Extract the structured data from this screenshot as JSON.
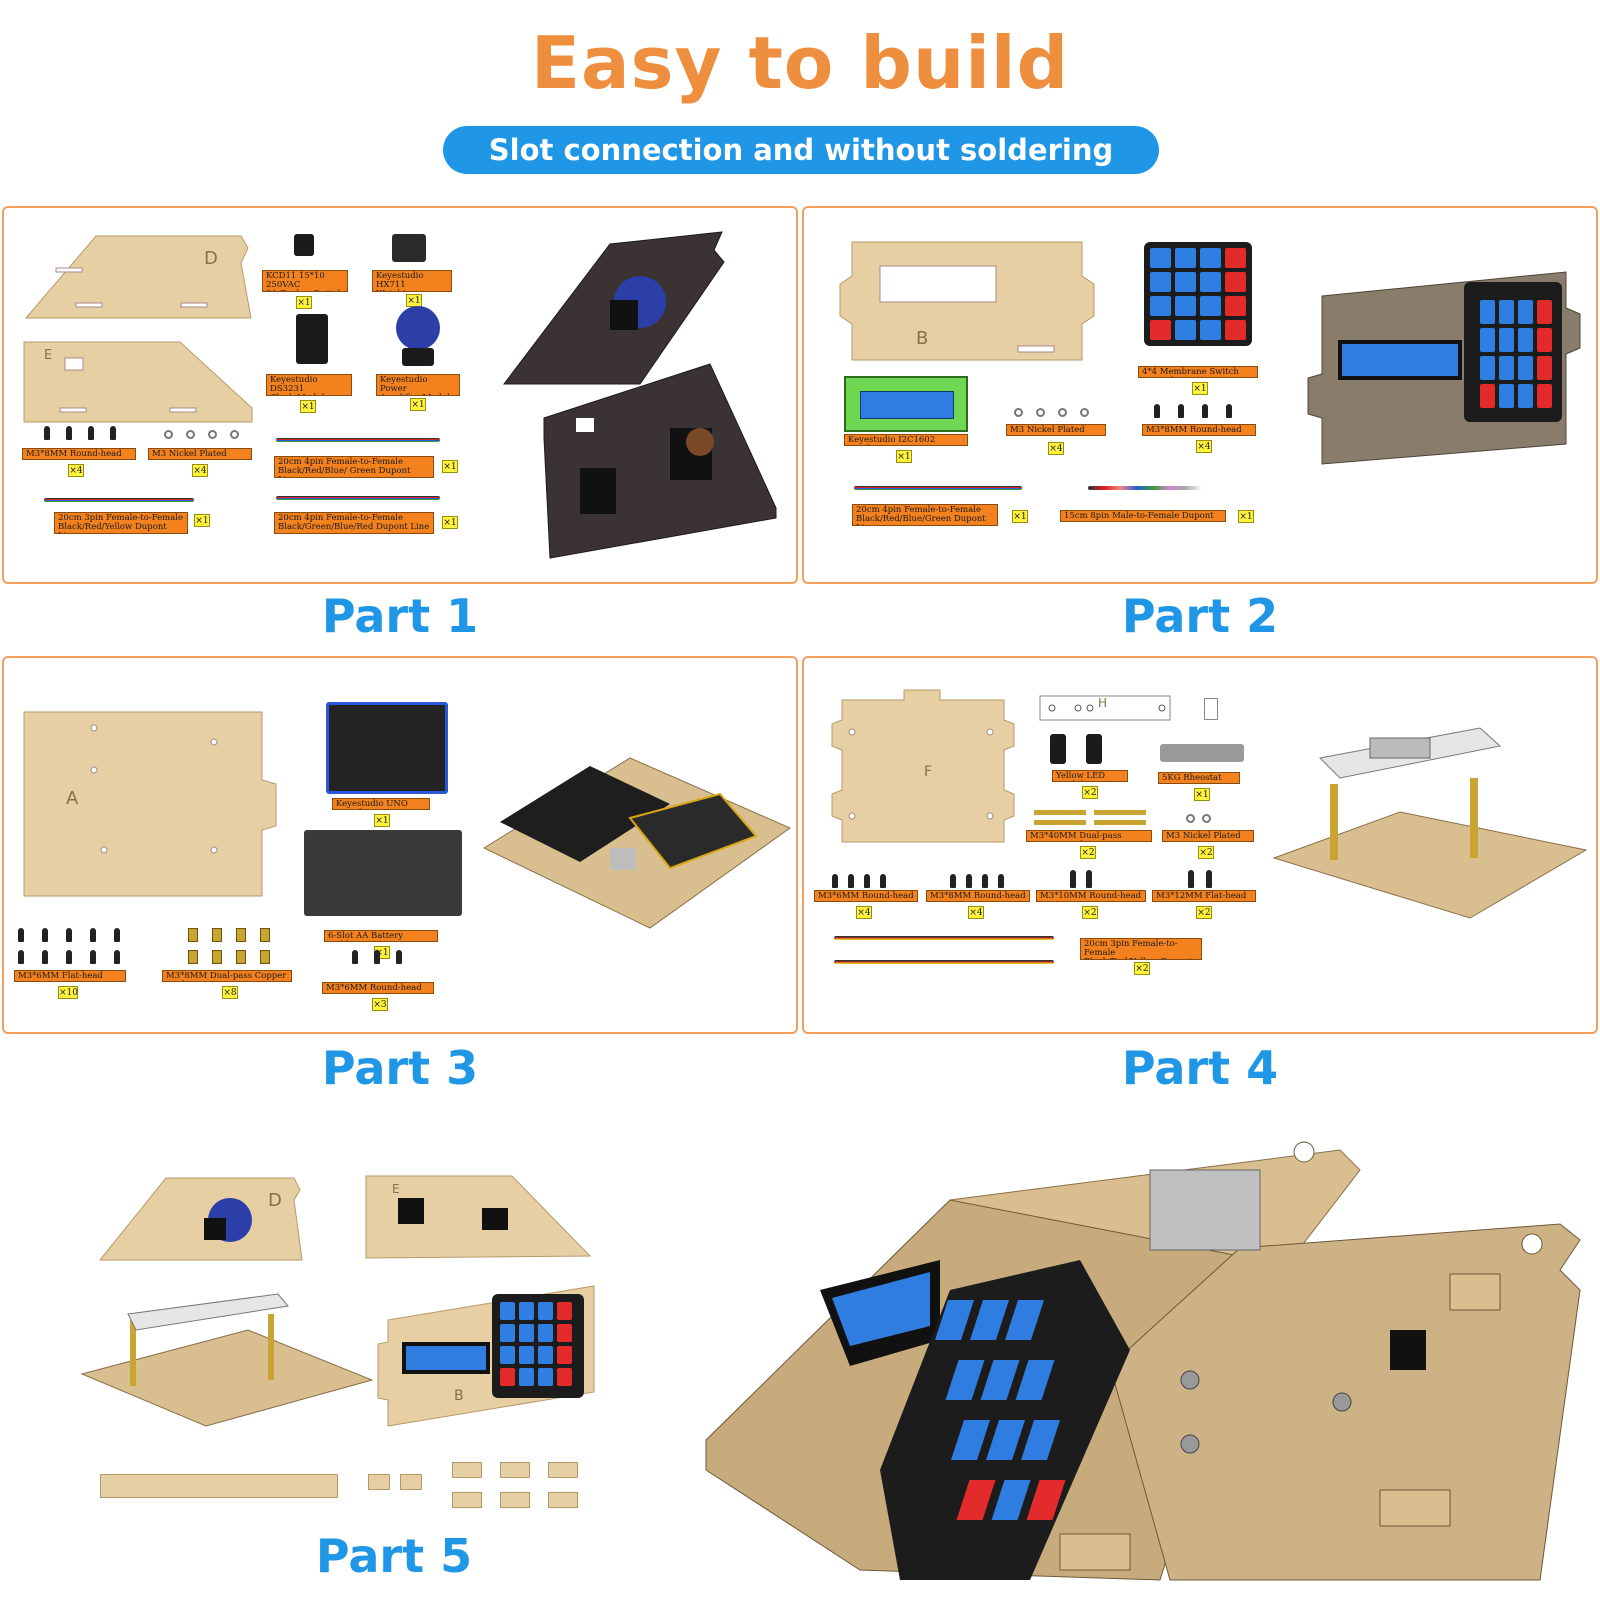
{
  "header": {
    "title": "Easy to build",
    "subtitle": "Slot connection and without soldering circuit"
  },
  "parts": [
    {
      "label": "Part 1",
      "tags": [
        {
          "text": "KCD11 15*10 250VAC\n3A Rocker Switch",
          "qty": "×1"
        },
        {
          "text": "Keyestudio HX711\nWeighing Module",
          "qty": "×1"
        },
        {
          "text": "Keyestudio DS3231\nClock Module",
          "qty": "×1"
        },
        {
          "text": "Keyestudio Power\nAmplifier Module",
          "qty": "×1"
        },
        {
          "text": "M3*8MM Round-head Screws",
          "qty": "×4"
        },
        {
          "text": "M3 Nickel Plated Nuts",
          "qty": "×4"
        },
        {
          "text": "20cm 4pin Female-to-Female\nBlack/Red/Blue/ Green Dupont Line",
          "qty": "×1"
        },
        {
          "text": "20cm 3pin Female-to-Female\nBlack/Red/Yellow Dupont Line",
          "qty": "×1"
        },
        {
          "text": "20cm 4pin Female-to-Female\nBlack/Green/Blue/Red Dupont Line",
          "qty": "×1"
        }
      ],
      "plates": [
        "D",
        "E"
      ]
    },
    {
      "label": "Part 2",
      "tags": [
        {
          "text": "4*4 Membrane Switch Keypad",
          "qty": "×1"
        },
        {
          "text": "Keyestudio I2C1602 Display",
          "qty": "×1"
        },
        {
          "text": "M3 Nickel Plated Nuts",
          "qty": "×4"
        },
        {
          "text": "M3*8MM Round-head Screws",
          "qty": "×4"
        },
        {
          "text": "20cm 4pin Female-to-Female\nBlack/Red/Blue/Green Dupont Line",
          "qty": "×1"
        },
        {
          "text": "15cm 8pin Male-to-Female Dupont Line",
          "qty": "×1"
        }
      ],
      "plates": [
        "B"
      ]
    },
    {
      "label": "Part 3",
      "tags": [
        {
          "text": "Keyestudio UNO Board",
          "qty": "×1"
        },
        {
          "text": "6-Slot AA Battery Holder",
          "qty": "×1"
        },
        {
          "text": "M3*6MM Flat-head Screws",
          "qty": "×10"
        },
        {
          "text": "M3*8MM Dual-pass Copper Bush",
          "qty": "×8"
        },
        {
          "text": "M3*6MM Round-head Screws",
          "qty": "×3"
        }
      ],
      "plates": [
        "A"
      ]
    },
    {
      "label": "Part 4",
      "tags": [
        {
          "text": "Yellow LED Module",
          "qty": "×2"
        },
        {
          "text": "5KG Rheostat Sensor",
          "qty": "×1"
        },
        {
          "text": "M3*40MM Dual-pass Copper Bush",
          "qty": "×2"
        },
        {
          "text": "M3 Nickel Plated Nuts",
          "qty": "×2"
        },
        {
          "text": "M3*6MM Round-head Screws",
          "qty": "×4"
        },
        {
          "text": "M3*8MM Round-head Screws",
          "qty": "×4"
        },
        {
          "text": "M3*10MM Round-head Screws",
          "qty": "×2"
        },
        {
          "text": "M3*12MM Flat-head Screws",
          "qty": "×2"
        },
        {
          "text": "20cm 3pin Female-to-Female\nBlack/Red/Yellow Dupont Line",
          "qty": "×2"
        }
      ],
      "plates": [
        "F",
        "H"
      ]
    },
    {
      "label": "Part 5",
      "plates": [
        "D",
        "E",
        "B"
      ]
    }
  ],
  "colors": {
    "title_orange": "#ee8f3f",
    "accent_blue": "#1f96e6",
    "panel_border": "#f2a05d",
    "tag_orange": "#f2811e",
    "qty_yellow": "#fff23c",
    "wood": "#e7cfa4"
  }
}
